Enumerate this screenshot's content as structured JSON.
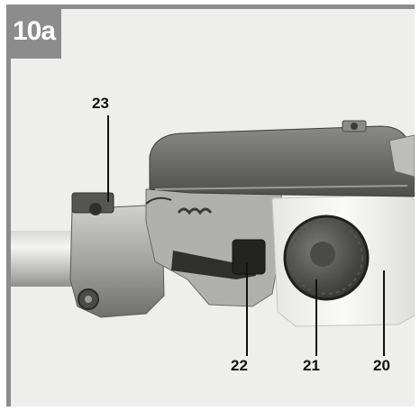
{
  "figure": {
    "label": "10a"
  },
  "callouts": {
    "c23": "23",
    "c22": "22",
    "c21": "21",
    "c20": "20"
  },
  "colors": {
    "frame_gray": "#8c8c8c",
    "background": "#eeeeec",
    "housing_dark": "#6e6e6e",
    "tank_light": "#f5f5f3"
  }
}
